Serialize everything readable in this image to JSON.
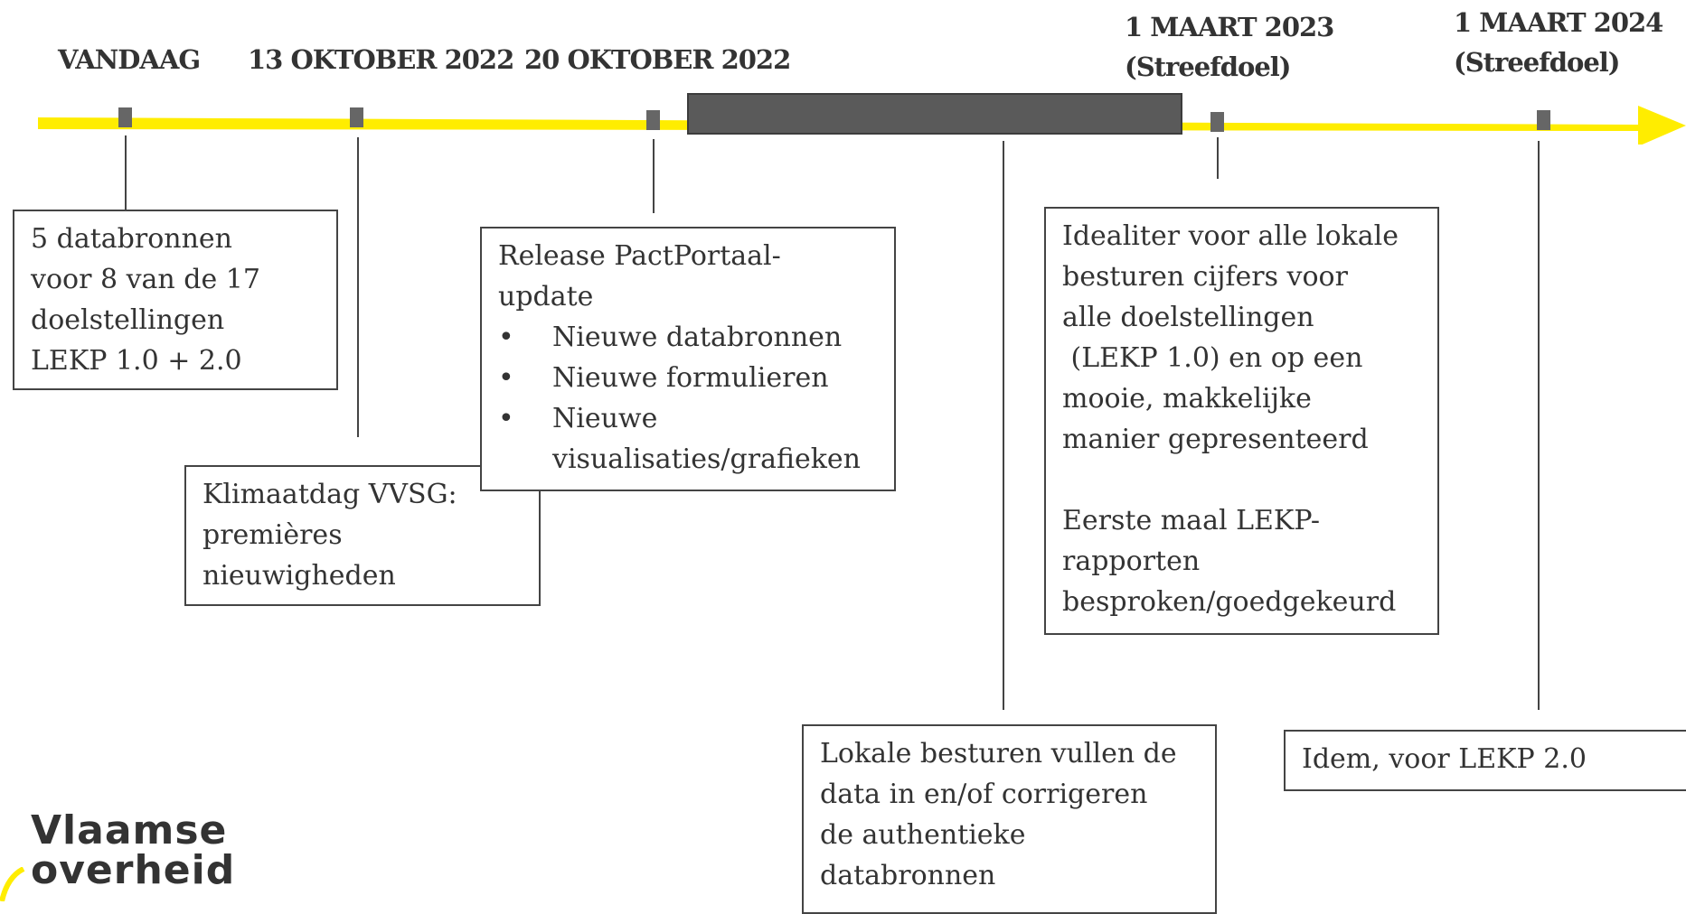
{
  "colors": {
    "timeline": "#ffed00",
    "marker": "#666666",
    "period_bar": "#5a5a5a",
    "text": "#333333"
  },
  "dates": {
    "vandaag": "VANDAAG",
    "d1": "13 OKTOBER 2022",
    "d2": "20 OKTOBER 2022",
    "d3_line1": "1 MAART 2023",
    "d3_line2": "(Streefdoel)",
    "d4_line1": "1 MAART 2024",
    "d4_line2": "(Streefdoel)"
  },
  "boxes": {
    "databronnen": [
      "5 databronnen",
      "voor 8 van de 17",
      "doelstellingen",
      "LEKP 1.0 + 2.0"
    ],
    "klimaatdag": [
      "Klimaatdag VVSG:",
      "premières",
      "nieuwigheden"
    ],
    "release": {
      "title": [
        "Release PactPortaal-",
        "update"
      ],
      "bullet_char": "•",
      "bullets": [
        "Nieuwe databronnen",
        "Nieuwe formulieren",
        "Nieuwe",
        "visualisaties/grafieken"
      ]
    },
    "idealiter": [
      "Idealiter voor alle lokale",
      "besturen cijfers voor",
      "alle doelstellingen",
      " (LEKP 1.0) en op een",
      "mooie, makkelijke",
      "manier gepresenteerd"
    ],
    "eerste": [
      "Eerste maal LEKP-",
      "rapporten",
      "besproken/goedgekeurd"
    ],
    "lokale": [
      "Lokale besturen vullen de",
      "data in en/of corrigeren",
      "de authentieke",
      "databronnen"
    ],
    "idem": [
      "Idem, voor LEKP 2.0"
    ]
  },
  "logo": {
    "line1": "Vlaamse",
    "line2": "overheid"
  }
}
